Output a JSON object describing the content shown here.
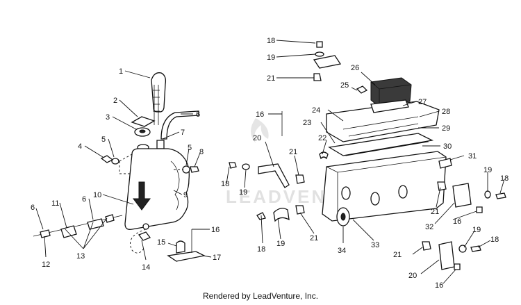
{
  "diagram": {
    "watermark": "LEADVENTURE",
    "callouts": {
      "c1": "1",
      "c2": "2",
      "c3": "3",
      "c4": "4",
      "c5a": "5",
      "c5b": "5",
      "c6a": "6",
      "c6b": "6",
      "c6c": "6",
      "c7": "7",
      "c8": "8",
      "c9": "9",
      "c10": "10",
      "c11": "11",
      "c12": "12",
      "c13": "13",
      "c14": "14",
      "c15": "15",
      "c16a": "16",
      "c16b": "16",
      "c16c": "16",
      "c16d": "16",
      "c17": "17",
      "c18a": "18",
      "c18b": "18",
      "c18c": "18",
      "c18d": "18",
      "c18e": "18",
      "c19a": "19",
      "c19b": "19",
      "c19c": "19",
      "c19d": "19",
      "c19e": "19",
      "c20a": "20",
      "c20b": "20",
      "c21a": "21",
      "c21b": "21",
      "c21c": "21",
      "c21d": "21",
      "c21e": "21",
      "c22": "22",
      "c23": "23",
      "c24": "24",
      "c25": "25",
      "c26": "26",
      "c27": "27",
      "c28": "28",
      "c29": "29",
      "c30": "30",
      "c31": "31",
      "c32": "32",
      "c33": "33",
      "c34": "34"
    }
  },
  "footer": {
    "credit": "Rendered by LeadVenture, Inc."
  }
}
